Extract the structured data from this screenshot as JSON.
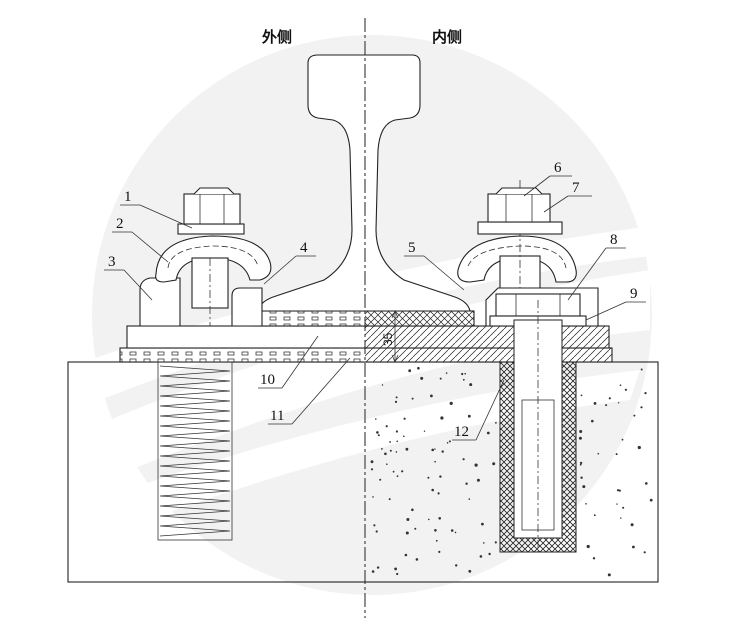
{
  "labels": {
    "outer_side": "外侧",
    "inner_side": "内侧",
    "dimension": "35"
  },
  "callouts": [
    {
      "num": "1"
    },
    {
      "num": "2"
    },
    {
      "num": "3"
    },
    {
      "num": "4"
    },
    {
      "num": "5"
    },
    {
      "num": "6"
    },
    {
      "num": "7"
    },
    {
      "num": "8"
    },
    {
      "num": "9"
    },
    {
      "num": "10"
    },
    {
      "num": "11"
    },
    {
      "num": "12"
    }
  ],
  "colors": {
    "line": "#222222",
    "watermark": "#eeeeee",
    "concrete_dot": "#333333"
  }
}
